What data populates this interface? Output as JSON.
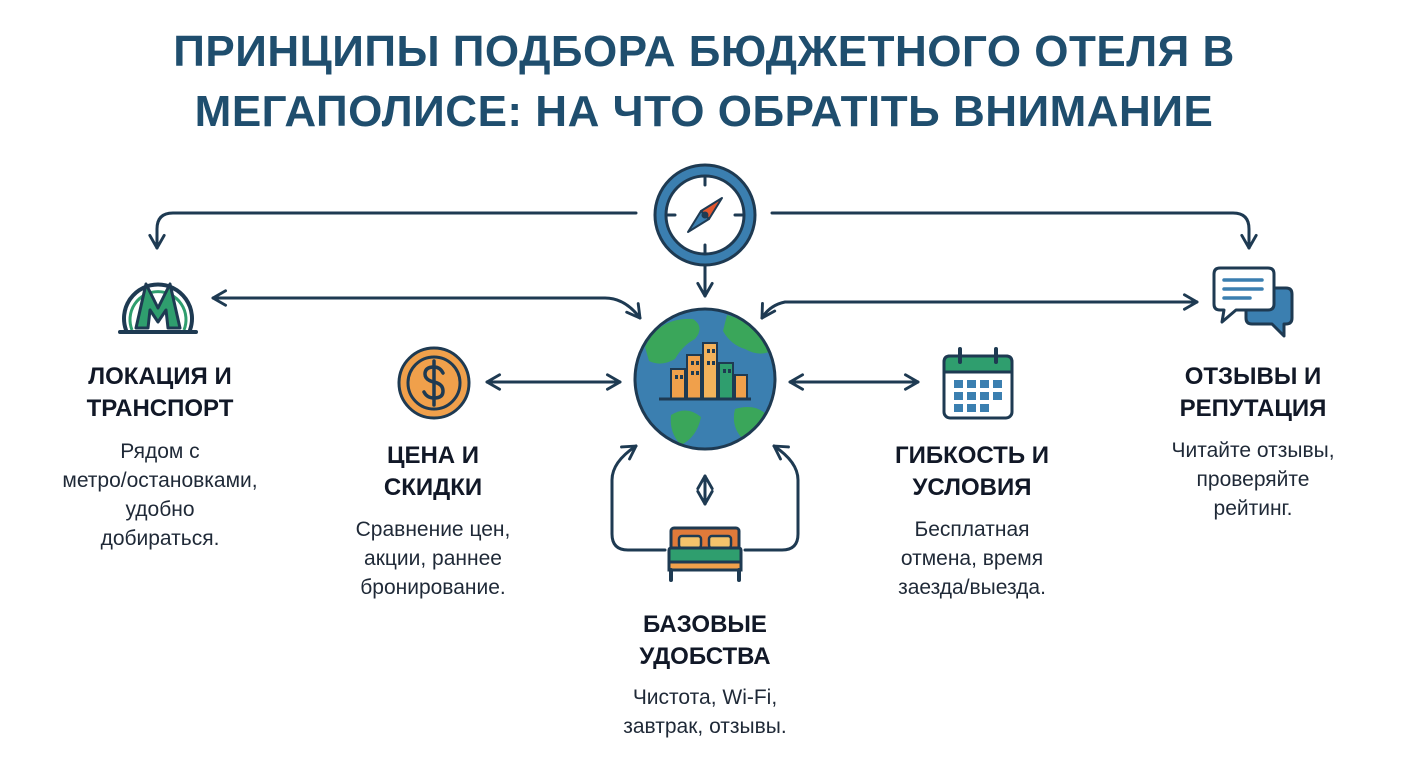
{
  "title": {
    "line1": "ПРИНЦИПЫ ПОДБОРА БЮДЖЕТНОГО ОТЕЛЯ В",
    "line2": "МЕГАПОЛИСЕ: НА ЧТО ОБРАТIТЬ ВНИМАНИЕ"
  },
  "nodes": {
    "location": {
      "title1": "ЛОКАЦИЯ И",
      "title2": "ТРАНСПОРТ",
      "desc1": "Рядом с",
      "desc2": "метро/остановками,",
      "desc3": "удобно",
      "desc4": "добираться.",
      "icon": "metro-icon"
    },
    "price": {
      "title1": "ЦЕНА И",
      "title2": "СКИДКИ",
      "desc1": "Сравнение цен,",
      "desc2": "акции, раннее",
      "desc3": "бронирование.",
      "icon": "dollar-coin-icon"
    },
    "amenities": {
      "title1": "БАЗОВЫЕ",
      "title2": "УДОБСТВА",
      "desc1": "Чистота, Wi-Fi,",
      "desc2": "завтрак, отзывы.",
      "icon": "bed-icon"
    },
    "flexibility": {
      "title1": "ГИБКОСТЬ И",
      "title2": "УСЛОВИЯ",
      "desc1": "Бесплатная",
      "desc2": "отмена, время",
      "desc3": "заезда/выезда.",
      "icon": "calendar-icon"
    },
    "reviews": {
      "title1": "ОТЗЫВЫ И",
      "title2": "РЕПУТАЦИЯ",
      "desc1": "Читайте отзывы,",
      "desc2": "проверяйте",
      "desc3": "рейтинг.",
      "icon": "chat-bubbles-icon"
    },
    "center": {
      "icon": "globe-city-icon"
    },
    "top": {
      "icon": "compass-icon"
    }
  },
  "colors": {
    "title": "#1f4e6e",
    "connector": "#1e3a52",
    "accent_green": "#2f9e6e",
    "accent_orange": "#f0a04b",
    "accent_blue": "#3b7fb0"
  }
}
